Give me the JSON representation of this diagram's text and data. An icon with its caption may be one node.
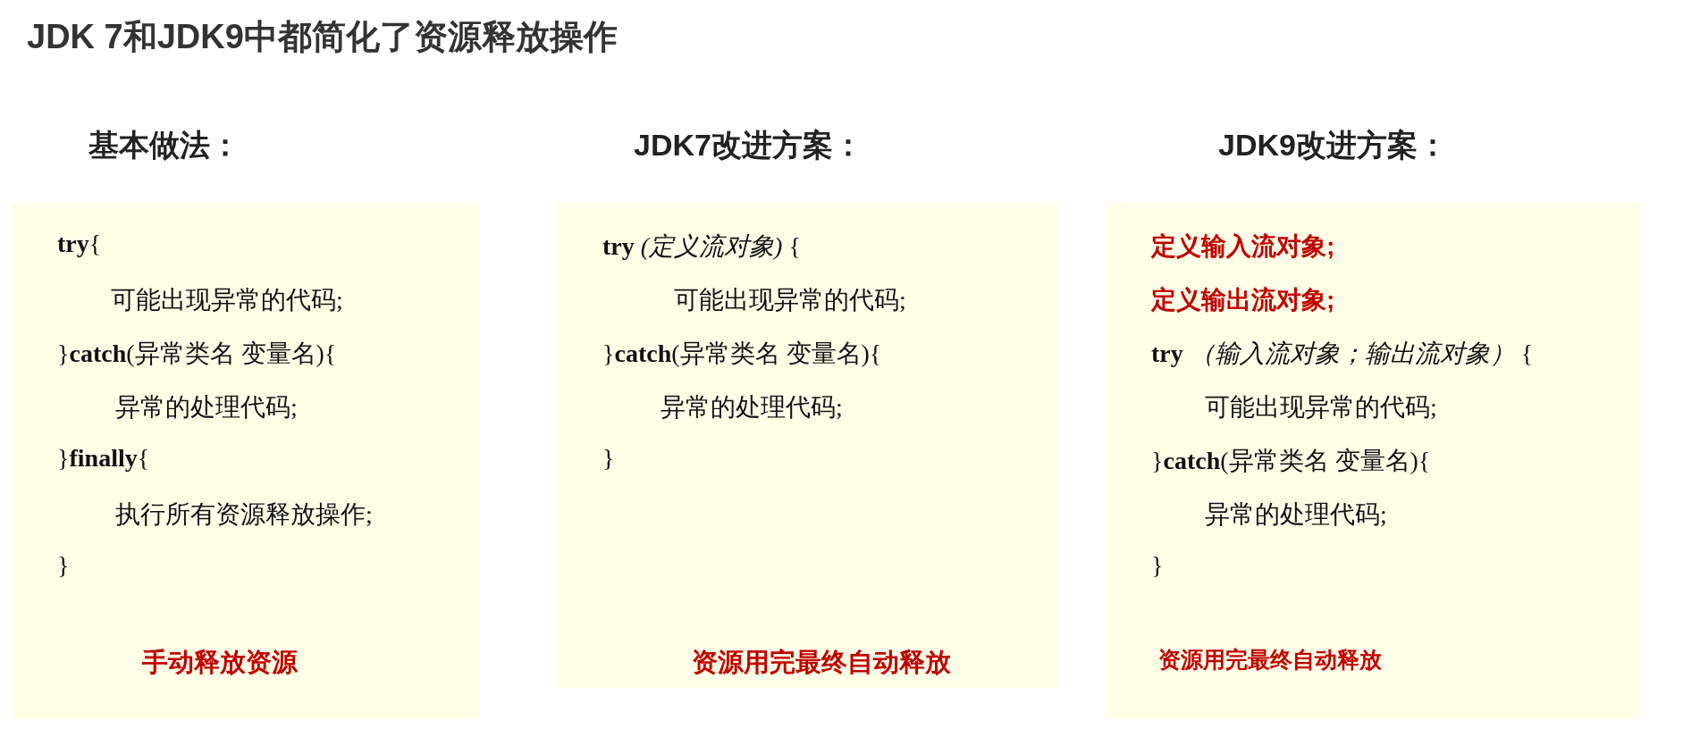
{
  "diagram": {
    "title": "JDK 7和JDK9中都简化了资源释放操作",
    "nodes": [
      {
        "text": [
          "基本做法：",
          "**try**{",
          "可能出现异常的代码;",
          "}**catch**(异常类名 变量名){",
          "异常的处理代码;",
          "}**finally**{",
          "执行所有资源释放操作;",
          "}",
          "手动释放资源"
        ]
      },
      {
        "text": [
          "JDK7改进方案：",
          "**try** *(定义流对象)* {",
          "可能出现异常的代码;",
          "}**catch**(异常类名 变量名){",
          "异常的处理代码;",
          "}",
          "资源用完最终自动释放"
        ]
      },
      {
        "text": [
          "JDK9改进方案：",
          "定义输入流对象;",
          "定义输出流对象;",
          "**try** *（输入流对象；输出流对象）* {",
          "可能出现异常的代码;",
          "}**catch**(异常类名 变量名){",
          "异常的处理代码;",
          "}",
          "资源用完最终自动释放"
        ]
      }
    ],
    "edges": []
  }
}
